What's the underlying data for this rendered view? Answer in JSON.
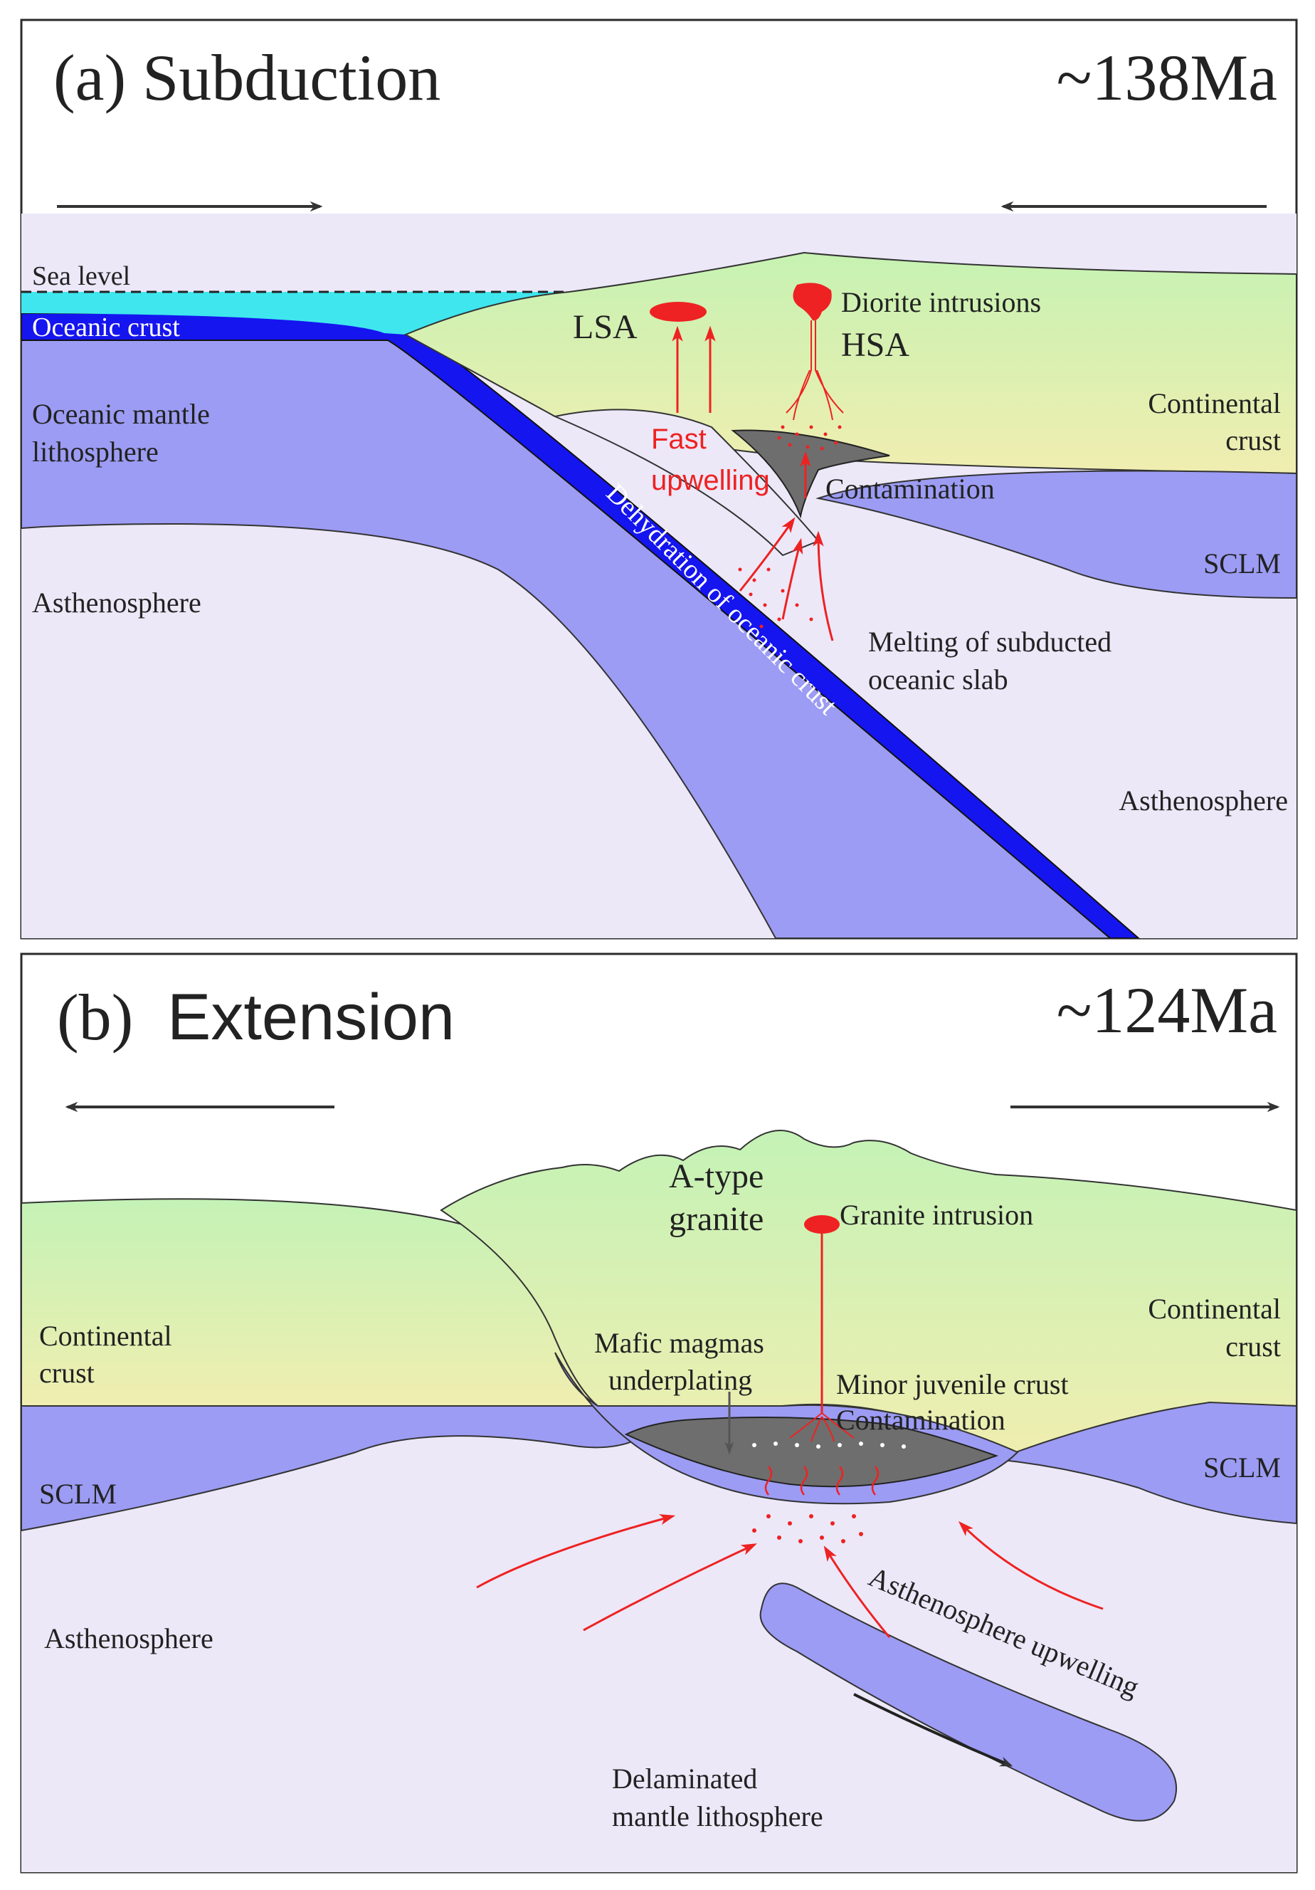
{
  "colors": {
    "background": "#ffffff",
    "frame": "#2b2b2b",
    "sea": "#3fe6ee",
    "oceanic_crust": "#1515f0",
    "mantle_lithosphere": "#9c9cf4",
    "asthenosphere": "#ece8f8",
    "continental_top": "#c6f2b2",
    "continental_bottom": "#e9eeb2",
    "magma_chamber": "#6e6e6e",
    "magma": "#ee2222",
    "label_blue_bg_text": "#ffffff",
    "arrow": "#333333"
  },
  "panel_a": {
    "title": "(a) Subduction",
    "age": "~138Ma",
    "labels": {
      "sea_level": "Sea level",
      "oceanic_crust": "Oceanic crust",
      "oceanic_mantle_1": "Oceanic mantle",
      "oceanic_mantle_2": "lithosphere",
      "asthenosphere_left": "Asthenosphere",
      "asthenosphere_right": "Asthenosphere",
      "lsa": "LSA",
      "diorite": "Diorite intrusions",
      "hsa": "HSA",
      "continental_1": "Continental",
      "continental_2": "crust",
      "fast_1": "Fast",
      "fast_2": "upwelling",
      "contamination": "Contamination",
      "sclm": "SCLM",
      "dehydration": "Dehydration of oceanic crust",
      "melting_1": "Melting of subducted",
      "melting_2": "oceanic slab"
    }
  },
  "panel_b": {
    "title_prefix": "(b)",
    "title_word": "Extension",
    "age": "~124Ma",
    "labels": {
      "a_type_1": "A-type",
      "a_type_2": "granite",
      "granite_intrusion": "Granite intrusion",
      "continental_left_1": "Continental",
      "continental_left_2": "crust",
      "continental_right_1": "Continental",
      "continental_right_2": "crust",
      "mafic_1": "Mafic magmas",
      "mafic_2": "underplating",
      "minor_juvenile": "Minor juvenile crust",
      "contamination": "Contamination",
      "sclm_left": "SCLM",
      "sclm_right": "SCLM",
      "asthenosphere": "Asthenosphere",
      "upwelling": "Asthenosphere upwelling",
      "delaminated_1": "Delaminated",
      "delaminated_2": "mantle lithosphere"
    }
  }
}
